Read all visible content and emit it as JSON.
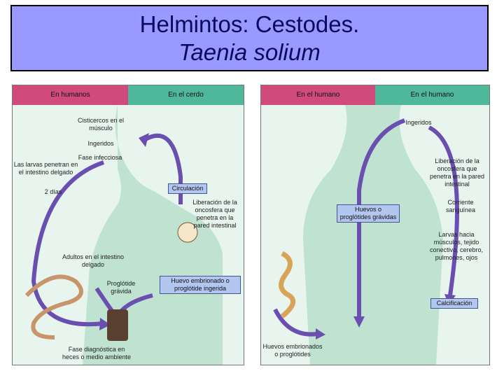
{
  "title": {
    "line1": "Helmintos: Cestodes.",
    "line2": "Taenia solium"
  },
  "left_panel": {
    "header_left": "En humanos",
    "header_right": "En el cerdo",
    "labels": {
      "cisticercos": "Cisticercos en el músculo",
      "ingeridos": "Ingeridos",
      "fase_infecciosa": "Fase infecciosa",
      "larvas": "Las larvas penetran en el intestino delgado",
      "dos_dias": "2 días",
      "circulacion": "Circulación",
      "liberacion": "Liberación de la oncosfera que penetra en la pared intestinal",
      "adultos": "Adultos en el intestino delgado",
      "proglotide": "Proglótide grávida",
      "huevo": "Huevo embrionado o proglótide ingerida",
      "fase_diagnostica": "Fase diagnóstica en heces o medio ambiente"
    }
  },
  "right_panel": {
    "header_left": "En el humano",
    "header_right": "En el humano",
    "labels": {
      "ingeridos": "Ingeridos",
      "liberacion": "Liberación de la oncosfera que penetra en la pared intestinal",
      "huevos_box": "Huevos o proglótides grávidas",
      "corriente": "Corriente sanguínea",
      "larvas": "Larvas hacia músculos, tejido conectivo, cerebro, pulmones, ojos",
      "calcificacion": "Calcificación",
      "huevos_embrionados": "Huevos embrionados o proglótides"
    }
  },
  "colors": {
    "title_bg": "#9999ff",
    "title_text": "#0b0b5e",
    "header_pink": "#d04a7c",
    "header_green": "#4fb79a",
    "bg_green": "#d5eee2",
    "body_green": "#bfe3d0",
    "arrow_purple": "#6a4fb0",
    "box_blue": "#b3c6ef"
  }
}
